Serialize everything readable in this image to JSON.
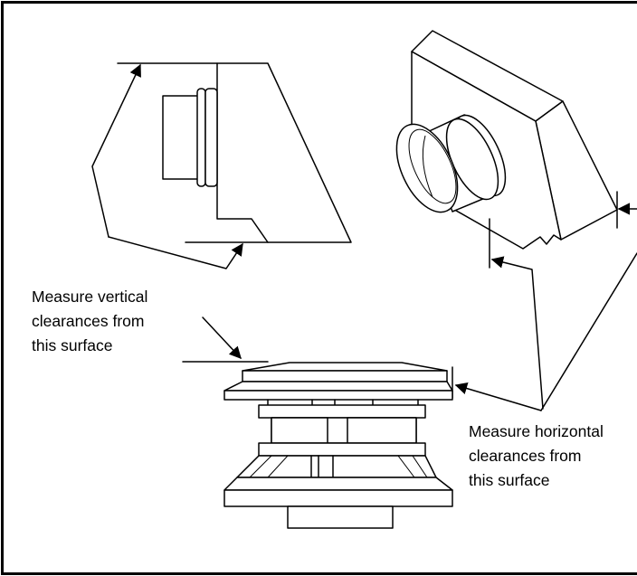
{
  "labels": {
    "vertical": [
      "Measure vertical",
      "clearances from",
      "this surface"
    ],
    "horizontal": [
      "Measure horizontal",
      "clearances from",
      "this surface"
    ]
  },
  "icons": {
    "side_view": "vent-cap-side-view",
    "iso_view": "vent-cap-isometric-view",
    "round_view": "round-vent-terminal-view",
    "arrows": "arrow-icon"
  },
  "colors": {
    "line": "#000000",
    "background": "#ffffff"
  }
}
